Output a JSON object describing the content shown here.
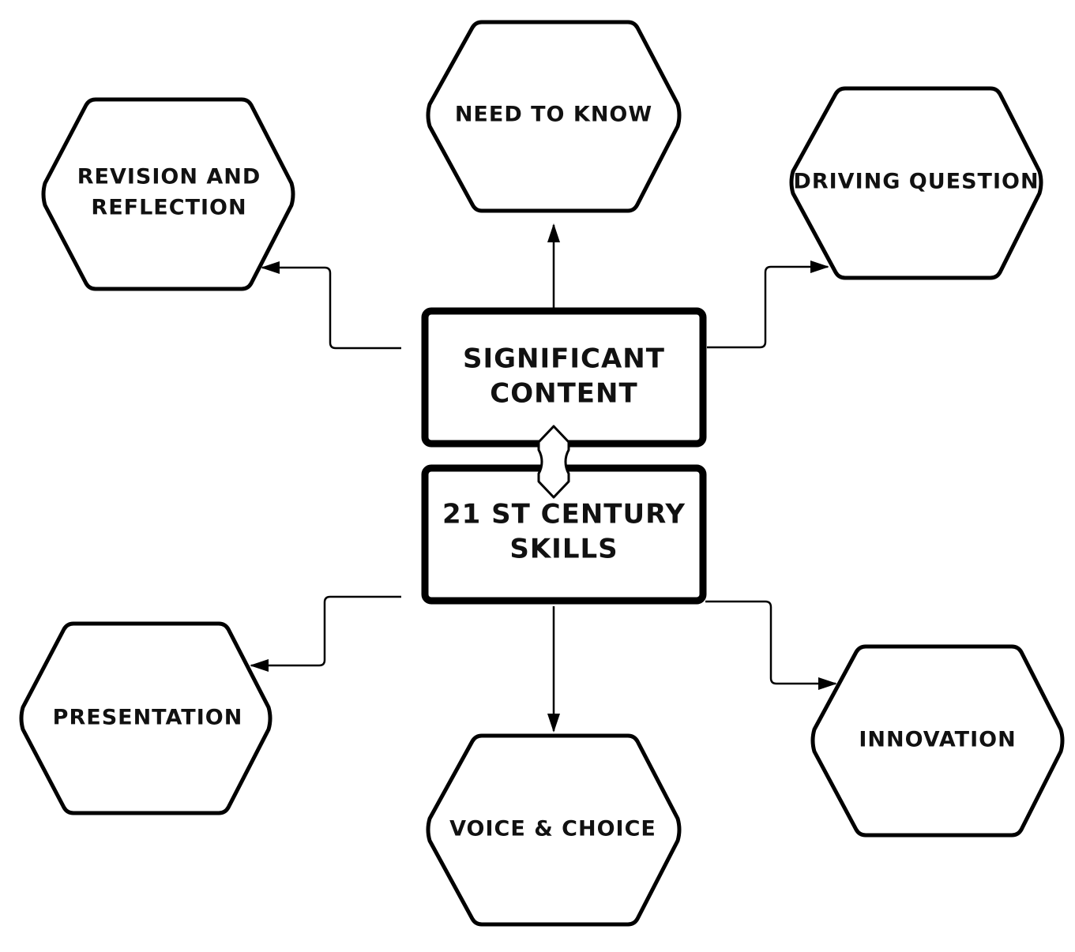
{
  "diagram": {
    "center_nodes": [
      {
        "id": "significant-content",
        "lines": [
          "SIGNIFICANT",
          "CONTENT"
        ]
      },
      {
        "id": "21st-century-skills",
        "lines": [
          "21 ST CENTURY",
          "SKILLS"
        ]
      }
    ],
    "outer_nodes": [
      {
        "id": "need-to-know",
        "lines": [
          "NEED TO KNOW"
        ]
      },
      {
        "id": "revision-and-reflection",
        "lines": [
          "REVISION AND",
          "REFLECTION"
        ]
      },
      {
        "id": "driving-question",
        "lines": [
          "DRIVING QUESTION"
        ]
      },
      {
        "id": "presentation",
        "lines": [
          "PRESENTATION"
        ]
      },
      {
        "id": "voice-and-choice",
        "lines": [
          "VOICE & CHOICE"
        ]
      },
      {
        "id": "innovation",
        "lines": [
          "INNOVATION"
        ]
      }
    ],
    "edges": [
      {
        "from": "significant-content",
        "to": "need-to-know"
      },
      {
        "from": "significant-content",
        "to": "revision-and-reflection"
      },
      {
        "from": "significant-content",
        "to": "driving-question"
      },
      {
        "from": "21st-century-skills",
        "to": "presentation"
      },
      {
        "from": "21st-century-skills",
        "to": "voice-and-choice"
      },
      {
        "from": "21st-century-skills",
        "to": "innovation"
      },
      {
        "from": "significant-content",
        "to": "21st-century-skills",
        "type": "bidirectional"
      }
    ]
  }
}
